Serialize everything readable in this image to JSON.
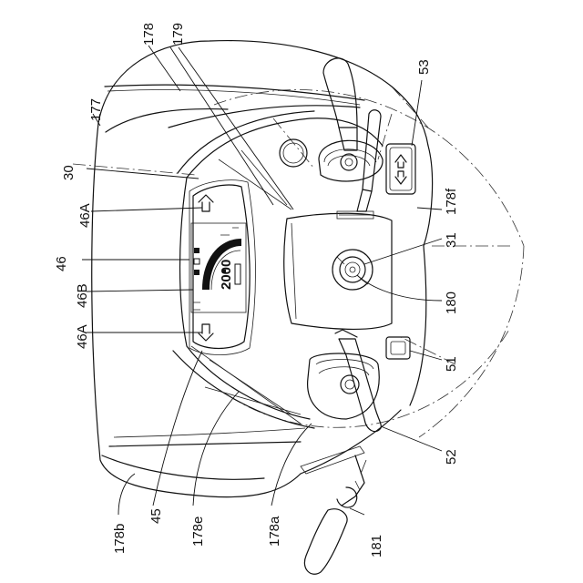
{
  "figure": {
    "rotation_deg": -90,
    "labels": [
      {
        "id": "177",
        "text": "177"
      },
      {
        "id": "178",
        "text": "178"
      },
      {
        "id": "179",
        "text": "179"
      },
      {
        "id": "53",
        "text": "53"
      },
      {
        "id": "30",
        "text": "30"
      },
      {
        "id": "46A_top",
        "text": "46A"
      },
      {
        "id": "46",
        "text": "46"
      },
      {
        "id": "46B",
        "text": "46B"
      },
      {
        "id": "46A_bottom",
        "text": "46A"
      },
      {
        "id": "178f",
        "text": "178f"
      },
      {
        "id": "31",
        "text": "31"
      },
      {
        "id": "180",
        "text": "180"
      },
      {
        "id": "51",
        "text": "51"
      },
      {
        "id": "52",
        "text": "52"
      },
      {
        "id": "181",
        "text": "181"
      },
      {
        "id": "178a",
        "text": "178a"
      },
      {
        "id": "178e",
        "text": "178e"
      },
      {
        "id": "45",
        "text": "45"
      },
      {
        "id": "178b",
        "text": "178b"
      }
    ],
    "display": {
      "value": "2000"
    }
  }
}
